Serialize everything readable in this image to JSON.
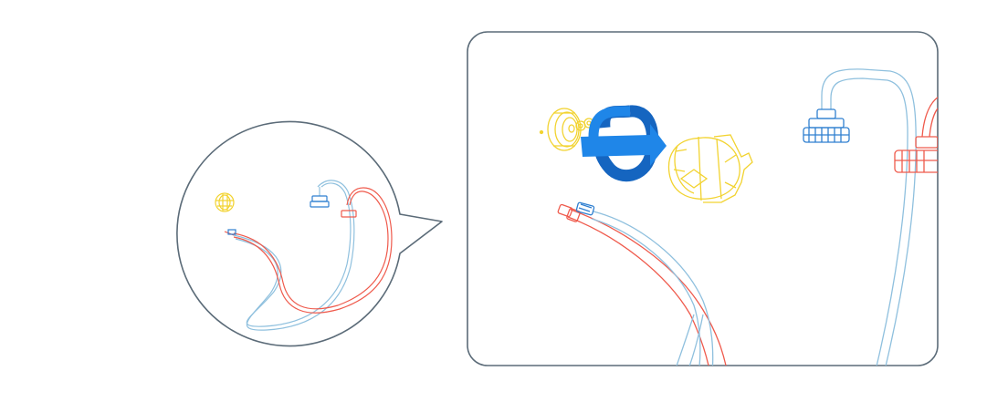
{
  "colors": {
    "frame": "#5b6b78",
    "blue_tube": "#8fc0de",
    "blue_connector": "#2f7fd0",
    "red_tube": "#ef5a4c",
    "yellow_part": "#f2d330",
    "arrow": "#1f86e8",
    "arrow_dark": "#1565c0",
    "background": "#ffffff"
  },
  "overview_callout": {
    "shape": "circle-speech-bubble",
    "items": [
      "yellow-cap",
      "blue-tube",
      "red-tube",
      "blue-connector",
      "red-connector"
    ]
  },
  "detail_panel": {
    "shape": "rounded-rectangle",
    "items": [
      "yellow-cap-exploded",
      "rotate-arrow-icon",
      "yellow-cap-housing",
      "blue-tube-cap",
      "red-tube-cap",
      "tube-pair-end"
    ]
  },
  "action": {
    "icon": "rotate-arrow-icon",
    "meaning": "rotate"
  }
}
